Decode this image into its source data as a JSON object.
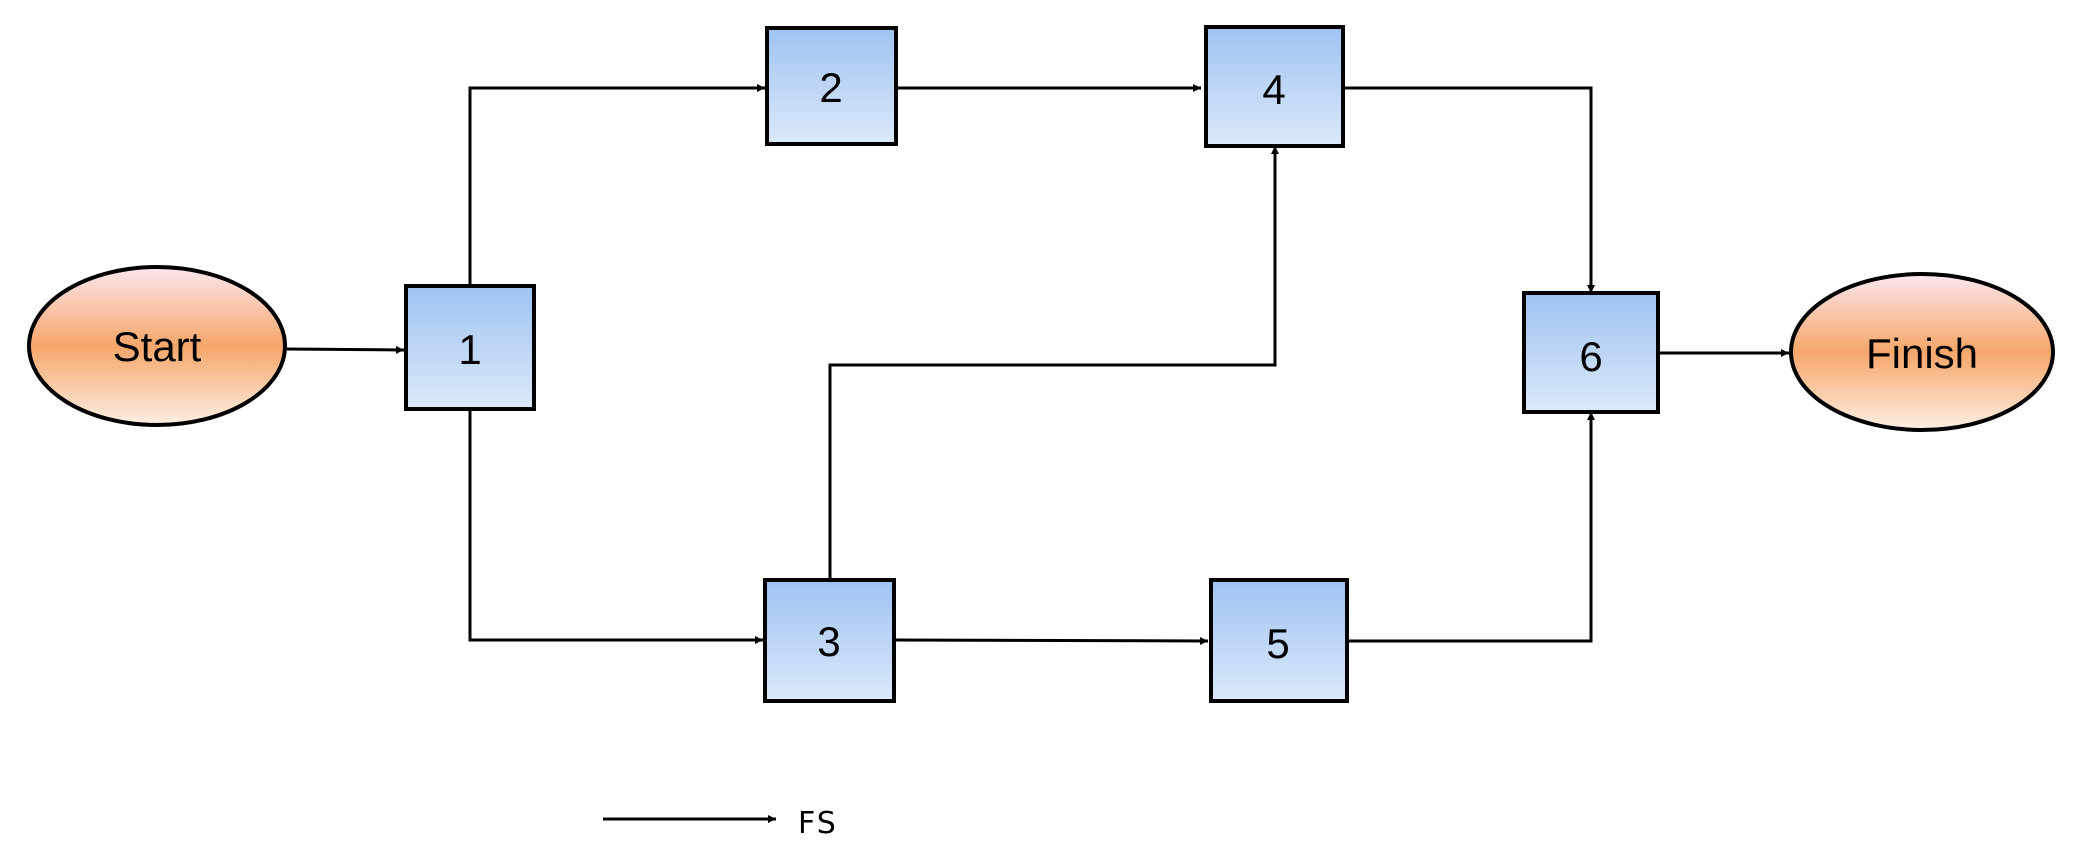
{
  "diagram": {
    "start_label": "Start",
    "finish_label": "Finish",
    "activities": [
      "1",
      "2",
      "3",
      "4",
      "5",
      "6"
    ],
    "edges": [
      [
        "Start",
        "1"
      ],
      [
        "1",
        "2"
      ],
      [
        "1",
        "3"
      ],
      [
        "2",
        "4"
      ],
      [
        "3",
        "4"
      ],
      [
        "3",
        "5"
      ],
      [
        "4",
        "6"
      ],
      [
        "5",
        "6"
      ],
      [
        "6",
        "Finish"
      ]
    ],
    "legend": {
      "label": "FS"
    }
  },
  "colors": {
    "box_top": "#9EC3F2",
    "box_bottom": "#DCE9FA",
    "oval_top": "#FDE7EE",
    "oval_middle": "#F6A66A",
    "oval_bottom": "#FDEFE4",
    "stroke": "#000000"
  }
}
